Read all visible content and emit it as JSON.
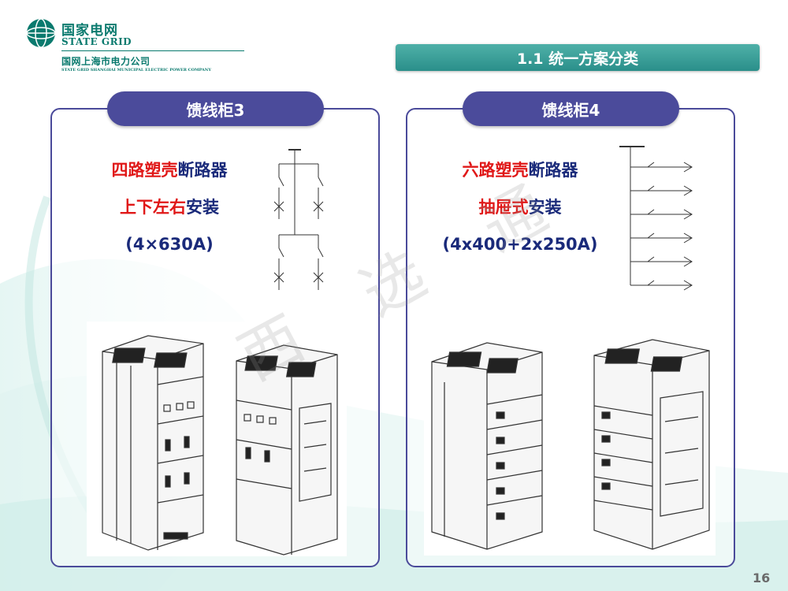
{
  "header": {
    "logo_cn": "国家电网",
    "logo_en": "STATE GRID",
    "logo_sub_cn": "国网上海市电力公司",
    "logo_sub_en": "STATE GRID SHANGHAI MUNICIPAL ELECTRIC POWER COMPANY"
  },
  "section_title": "1.1 统一方案分类",
  "watermark": "西 选 通",
  "panels": [
    {
      "title": "馈线柜3",
      "line1_red": "四路塑壳",
      "line1_blue": "断路器",
      "line2_red": "上下左右",
      "line2_blue": "安装",
      "line3": "(4×630A)"
    },
    {
      "title": "馈线柜4",
      "line1_red": "六路塑壳",
      "line1_blue": "断路器",
      "line2_red": "抽屉式",
      "line2_blue": "安装",
      "line3": "(4x400+2x250A)"
    }
  ],
  "page_number": "16",
  "colors": {
    "accent_teal": "#2a8f8a",
    "pill_purple": "#4b4b9b",
    "text_red": "#e01818",
    "text_blue": "#1a2a7a"
  }
}
